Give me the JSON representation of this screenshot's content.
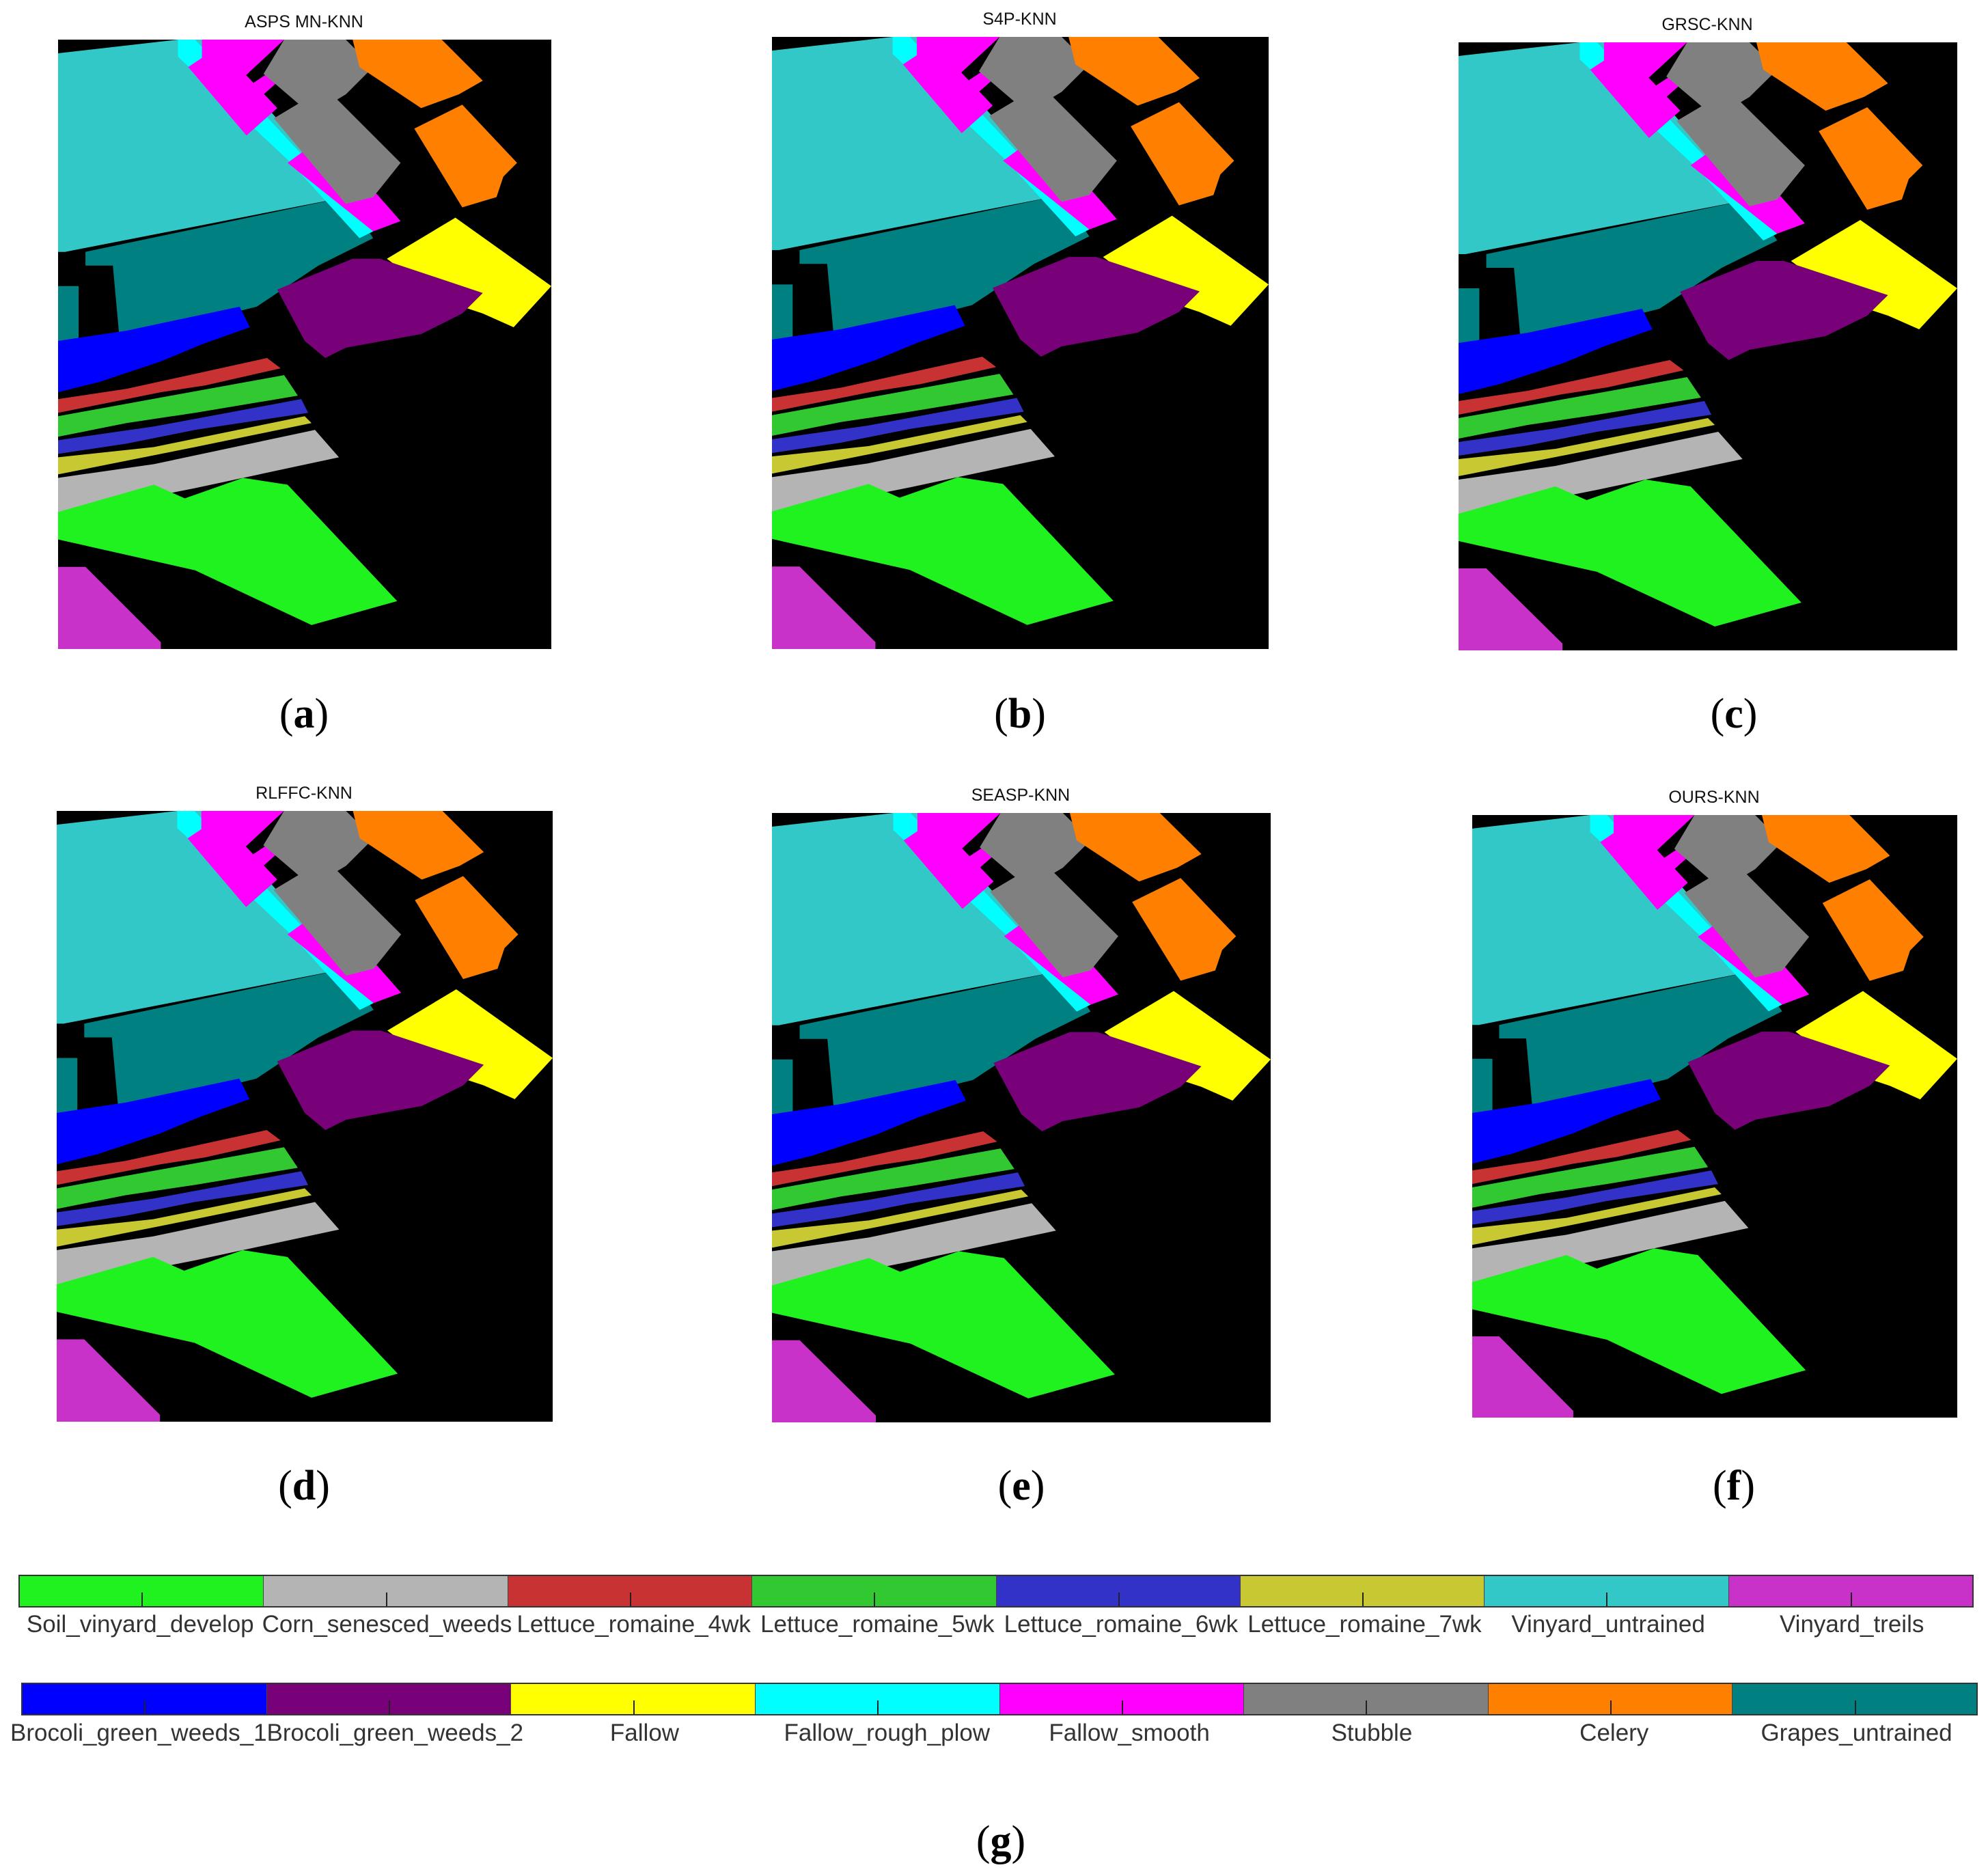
{
  "panels": [
    {
      "title": "ASPS MN-KNN",
      "label": "a"
    },
    {
      "title": "S4P-KNN",
      "label": "b"
    },
    {
      "title": "GRSC-KNN",
      "label": "c"
    },
    {
      "title": "RLFFC-KNN",
      "label": "d"
    },
    {
      "title": "SEASP-KNN",
      "label": "e"
    },
    {
      "title": "OURS-KNN",
      "label": "f"
    }
  ],
  "legend_caption": "g",
  "legend": {
    "row1": [
      {
        "name": "Soil_vinyard_develop",
        "color": "#1ff21f"
      },
      {
        "name": "Corn_senesced_weeds",
        "color": "#b4b4b4"
      },
      {
        "name": "Lettuce_romaine_4wk",
        "color": "#c83232"
      },
      {
        "name": "Lettuce_romaine_5wk",
        "color": "#32c832"
      },
      {
        "name": "Lettuce_romaine_6wk",
        "color": "#3232c8"
      },
      {
        "name": "Lettuce_romaine_7wk",
        "color": "#c8c832"
      },
      {
        "name": "Vinyard_untrained",
        "color": "#32c8c8"
      },
      {
        "name": "Vinyard_treils",
        "color": "#c832c8"
      }
    ],
    "row2": [
      {
        "name": "Brocoli_green_weeds_1",
        "color": "#0000ff"
      },
      {
        "name": "Brocoli_green_weeds_2",
        "color": "#780078"
      },
      {
        "name": "Fallow",
        "color": "#ffff00"
      },
      {
        "name": "Fallow_rough_plow",
        "color": "#00ffff"
      },
      {
        "name": "Fallow_smooth",
        "color": "#ff00ff"
      },
      {
        "name": "Stubble",
        "color": "#808080"
      },
      {
        "name": "Celery",
        "color": "#ff8000"
      },
      {
        "name": "Grapes_untrained",
        "color": "#008080"
      }
    ]
  }
}
